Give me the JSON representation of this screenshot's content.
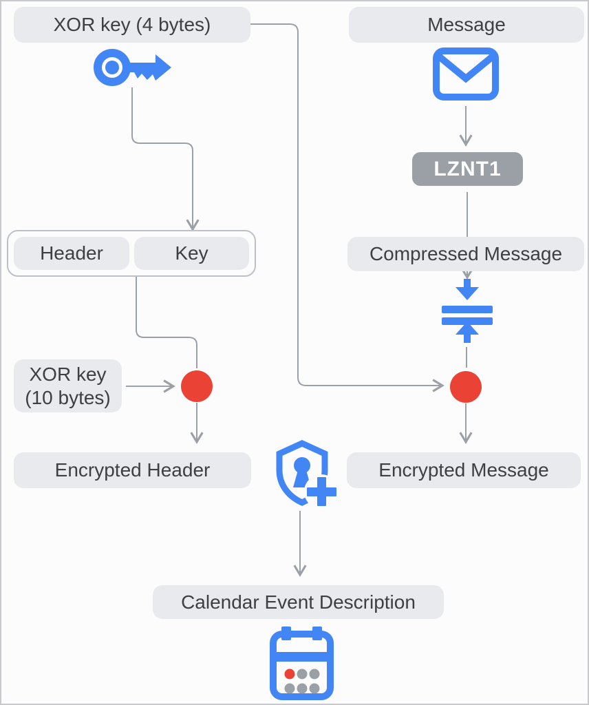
{
  "diagram": {
    "description": "Flow diagram: a message is LZNT1-compressed and XOR-encrypted, header is XOR-encrypted, results are placed in a calendar event description",
    "nodes": {
      "xor_key_4": {
        "label": "XOR key (4 bytes)"
      },
      "message": {
        "label": "Message"
      },
      "lznt1": {
        "label": "LZNT1"
      },
      "compressed_message": {
        "label": "Compressed Message"
      },
      "header": {
        "label": "Header"
      },
      "key": {
        "label": "Key"
      },
      "xor_key_10": {
        "label_line1": "XOR key",
        "label_line2": "(10 bytes)"
      },
      "encrypted_header": {
        "label": "Encrypted Header"
      },
      "encrypted_message": {
        "label": "Encrypted Message"
      },
      "calendar_event_description": {
        "label": "Calendar Event Description"
      }
    },
    "icons": [
      "key-icon",
      "envelope-icon",
      "compress-icon",
      "shield-plus-icon",
      "calendar-icon",
      "xor-operation-dot-left",
      "xor-operation-dot-right"
    ],
    "edges": [
      {
        "from": "key-icon",
        "to": "key"
      },
      {
        "from": "xor_key_4",
        "to": "xor-operation-dot-right"
      },
      {
        "from": "message",
        "to": "lznt1"
      },
      {
        "from": "lznt1",
        "to": "compressed_message"
      },
      {
        "from": "compress-icon",
        "to": "xor-operation-dot-right"
      },
      {
        "from": "xor-operation-dot-right",
        "to": "encrypted_message"
      },
      {
        "from": "header_key_group",
        "to": "xor-operation-dot-left"
      },
      {
        "from": "xor_key_10",
        "to": "xor-operation-dot-left"
      },
      {
        "from": "xor-operation-dot-left",
        "to": "encrypted_header"
      },
      {
        "from": "shield-plus-icon",
        "to": "calendar_event_description"
      }
    ],
    "colors": {
      "accent_blue": "#4285f4",
      "operation_red": "#ea4335",
      "pill_background": "#e8eaed",
      "pill_text": "#3c4043",
      "badge_background": "#9aa0a6",
      "badge_text": "#ffffff",
      "connector_line": "#9aa0a6",
      "group_border": "#bdc1c6",
      "canvas_background": "#fcfcfd"
    }
  }
}
